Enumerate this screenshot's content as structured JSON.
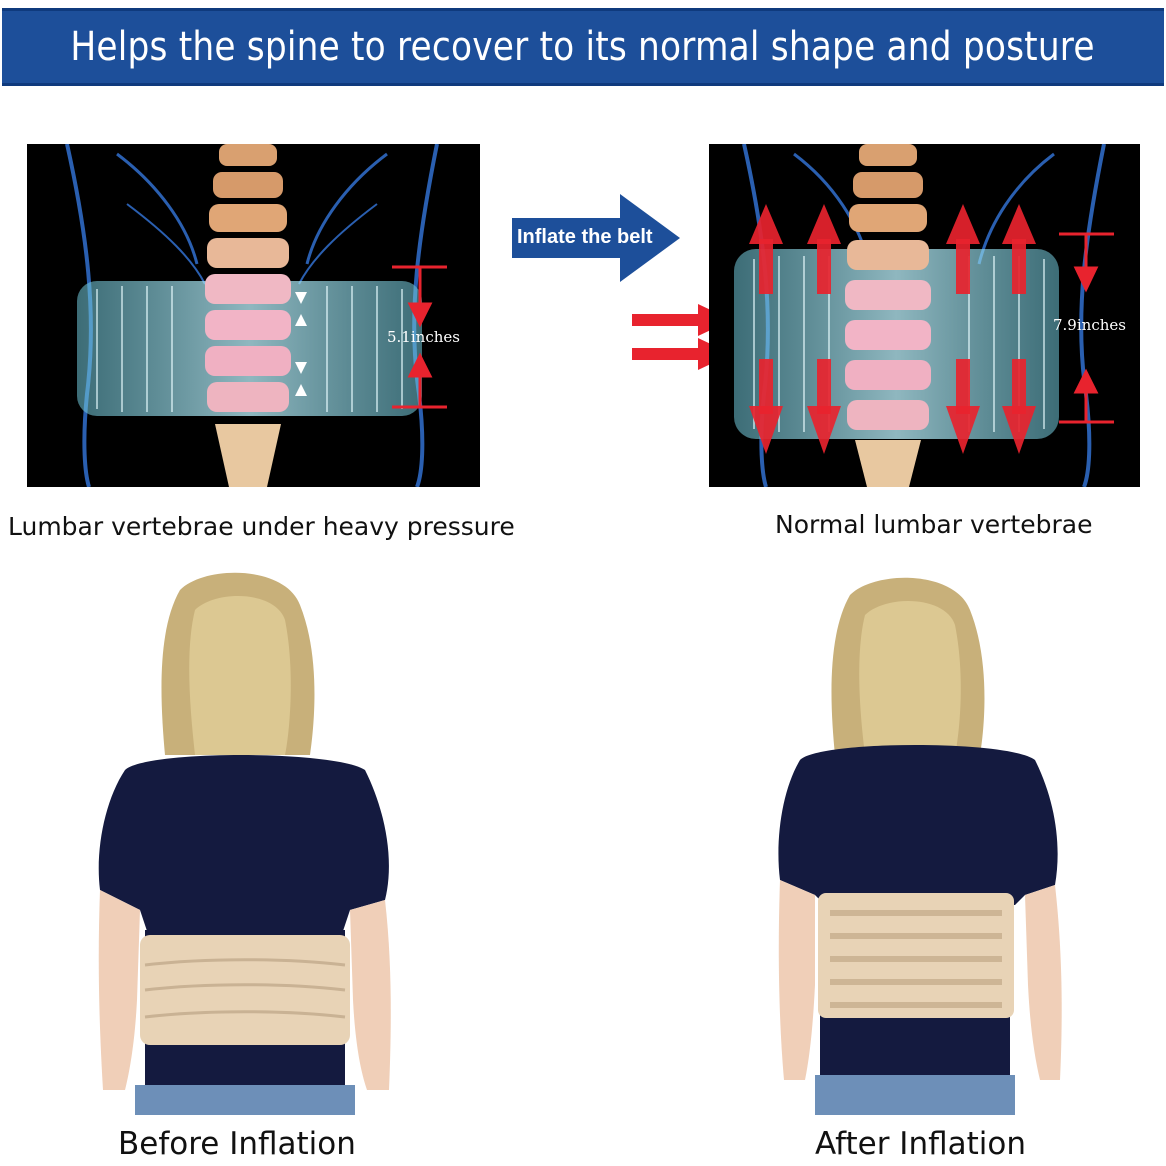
{
  "banner": {
    "title": "Helps the spine to recover to its normal shape and posture"
  },
  "xray_left": {
    "measurement": "5.1inches",
    "caption": "Lumbar vertebrae under heavy pressure"
  },
  "xray_right": {
    "measurement": "7.9inches",
    "caption": "Normal lumbar vertebrae"
  },
  "arrow": {
    "label": "Inflate the belt"
  },
  "photo_left": {
    "caption": "Before Inflation"
  },
  "photo_right": {
    "caption": "After Inflation"
  },
  "colors": {
    "banner": "#1d4f9a",
    "arrow": "#1d4f9a",
    "red_arrows": "#e8232e",
    "belt": "#e8d3b6",
    "shirt": "#141a3f",
    "xray_glow": "#9fe6f0"
  }
}
